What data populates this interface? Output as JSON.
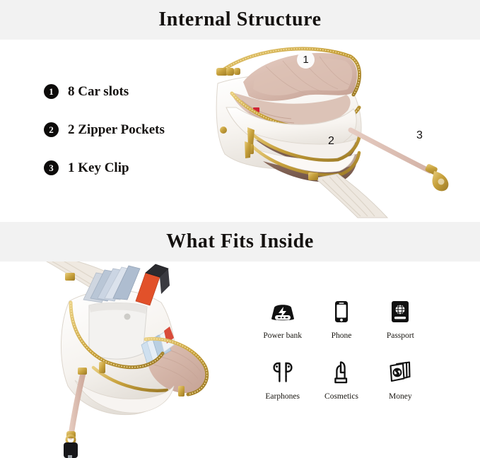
{
  "sections": [
    {
      "id": "internal-structure",
      "title": "Internal Structure",
      "features": [
        {
          "num": "1",
          "text": "8 Car slots"
        },
        {
          "num": "2",
          "text": "2 Zipper Pockets"
        },
        {
          "num": "3",
          "text": "1 Key Clip"
        }
      ],
      "callouts": [
        {
          "label": "1",
          "style": "circle"
        },
        {
          "label": "2",
          "style": "plain"
        },
        {
          "label": "3",
          "style": "plain"
        }
      ],
      "photo_alt": "Open white leather crossbody sling bag showing pink interior lining, gold zippers and detachable strap"
    },
    {
      "id": "what-fits-inside",
      "title": "What Fits Inside",
      "photo_alt": "White sling bag packed with a phone, power bank, cards and a key clipped to the key leash",
      "items": [
        {
          "icon": "power-bank-icon",
          "label": "Power bank"
        },
        {
          "icon": "phone-icon",
          "label": "Phone"
        },
        {
          "icon": "passport-icon",
          "label": "Passport"
        },
        {
          "icon": "earphones-icon",
          "label": "Earphones"
        },
        {
          "icon": "cosmetics-icon",
          "label": "Cosmetics"
        },
        {
          "icon": "money-icon",
          "label": "Money"
        }
      ]
    }
  ],
  "colors": {
    "band_background": "#f2f2f2",
    "page_background": "#ffffff",
    "text": "#14110f",
    "bullet_fill": "#0d0b0a",
    "bullet_text": "#ffffff",
    "icon_fill": "#111111",
    "bag_leather": "#f6f3ef",
    "bag_lining": "#d9bdb2",
    "zipper_gold": "#c9a23c",
    "strap_pink": "#e0c3b8"
  }
}
